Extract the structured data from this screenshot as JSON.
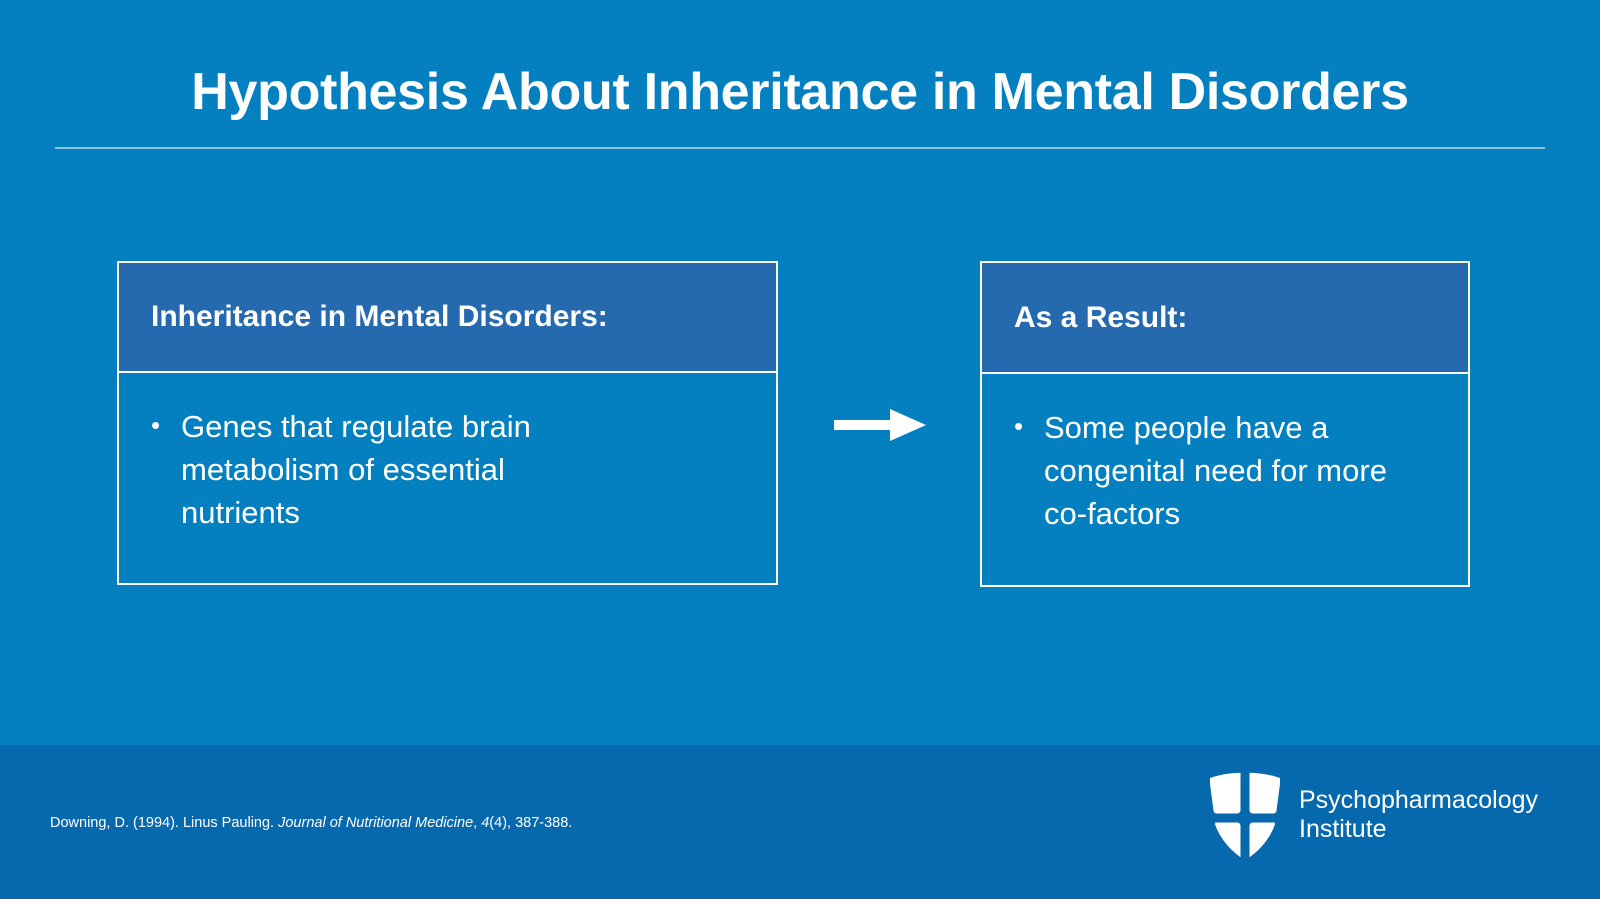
{
  "slide": {
    "title": "Hypothesis About Inheritance in Mental Disorders",
    "background_color": "#0480C0",
    "header_band_color": "#2569AF",
    "footer_band_color": "#0769AD",
    "text_color": "#FFFFFF"
  },
  "boxes": [
    {
      "header": "Inheritance in Mental Disorders:",
      "bullets": [
        "Genes that regulate brain metabolism of essential nutrients"
      ]
    },
    {
      "header": "As a Result:",
      "bullets": [
        "Some people have a congenital need for more co-factors"
      ]
    }
  ],
  "connector": {
    "icon": "right-arrow-icon"
  },
  "footer": {
    "citation": {
      "part1": "Downing, D. (1994). Linus Pauling. ",
      "journal_italic": "Journal of Nutritional Medicine",
      "part2": ", ",
      "volume_italic": "4",
      "part3": "(4), 387-388."
    },
    "logo": {
      "mark": "shield-icon",
      "line1": "Psychopharmacology",
      "line2": "Institute"
    }
  }
}
